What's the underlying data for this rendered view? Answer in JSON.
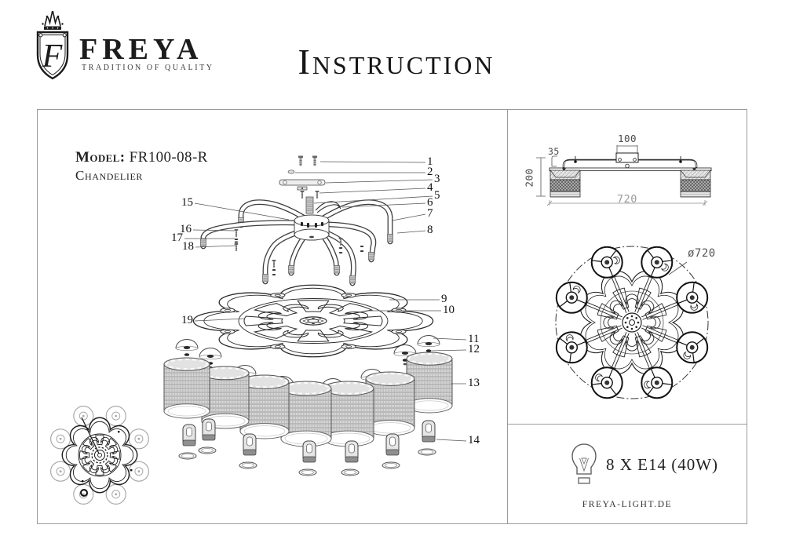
{
  "header": {
    "brand": "FREYA",
    "tagline": "TRADITION OF QUALITY",
    "monogram": "F",
    "title": "Instruction"
  },
  "model": {
    "label": "Model:",
    "code": "FR100-08-R",
    "type": "Chandelier"
  },
  "parts": {
    "p1": "1",
    "p2": "2",
    "p3": "3",
    "p4": "4",
    "p5": "5",
    "p6": "6",
    "p7": "7",
    "p8": "8",
    "p9": "9",
    "p10": "10",
    "p11": "11",
    "p12": "12",
    "p13": "13",
    "p14": "14",
    "p15": "15",
    "p16": "16",
    "p17": "17",
    "p18": "18",
    "p19": "19"
  },
  "dimensions": {
    "mount_width": "100",
    "canopy_height": "35",
    "fixture_height": "200",
    "fixture_width": "720",
    "diameter": "ø720"
  },
  "specs": {
    "bulb": "8 X E14 (40W)",
    "website": "FREYA-LIGHT.DE"
  },
  "colors": {
    "ink": "#1a1a1a",
    "line": "#555555",
    "dim_gray": "#9a9a9a",
    "mesh": "#dedede"
  }
}
